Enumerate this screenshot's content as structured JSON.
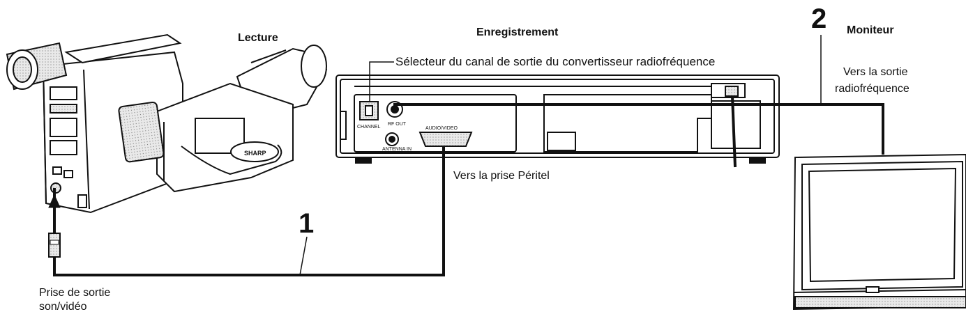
{
  "labels": {
    "lecture": "Lecture",
    "enregistrement": "Enregistrement",
    "moniteur": "Moniteur",
    "selecteur": "Sélecteur du canal de sortie du convertisseur radiofréquence",
    "vers_sortie_line1": "Vers la sortie",
    "vers_sortie_line2": "radiofréquence",
    "vers_peritel": "Vers la prise Péritel",
    "prise_line1": "Prise de sortie",
    "prise_line2": "son/vidéo",
    "step1": "1",
    "step2": "2"
  },
  "panel_labels": {
    "channel": "CHANNEL",
    "rf_out": "RF OUT",
    "audio_video": "AUDIO/VIDEO",
    "antenna_in": "ANTENNA IN"
  },
  "brand": "SHARP",
  "colors": {
    "line": "#111111",
    "paper": "#ffffff",
    "shade": "#cfcfcf"
  }
}
